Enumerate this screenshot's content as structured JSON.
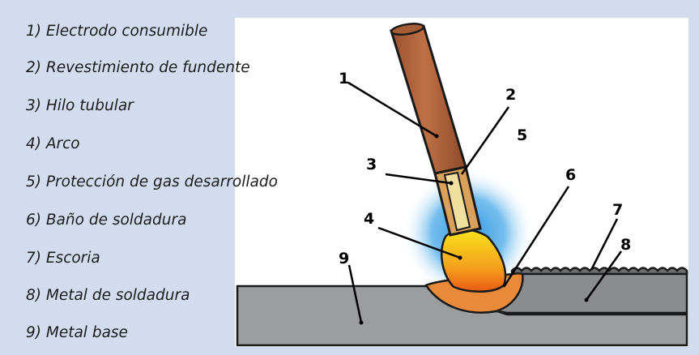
{
  "legend": [
    "1) Electrodo consumible",
    "2) Revestimiento de fundente",
    "3) Hilo tubular",
    "4) Arco",
    "5) Protección de gas desarrollado",
    "6) Baño de soldadura",
    "7) Escoria",
    "8) Metal de soldadura",
    "9) Metal base"
  ],
  "callouts": [
    "1",
    "2",
    "3",
    "4",
    "5",
    "6",
    "7",
    "8",
    "9"
  ],
  "colors": {
    "background": "#d2dcee",
    "panel": "#ffffff",
    "electrode": "#b3633b",
    "flux_core": "#f1dfa0",
    "shielding_gas": "#4aa8e8",
    "arc_top": "#f7dc1e",
    "arc_bottom": "#ef7a1c",
    "weld_pool": "#e88a3a",
    "base_metal": "#9b9d9f",
    "weld_metal": "#8a8c8e"
  }
}
